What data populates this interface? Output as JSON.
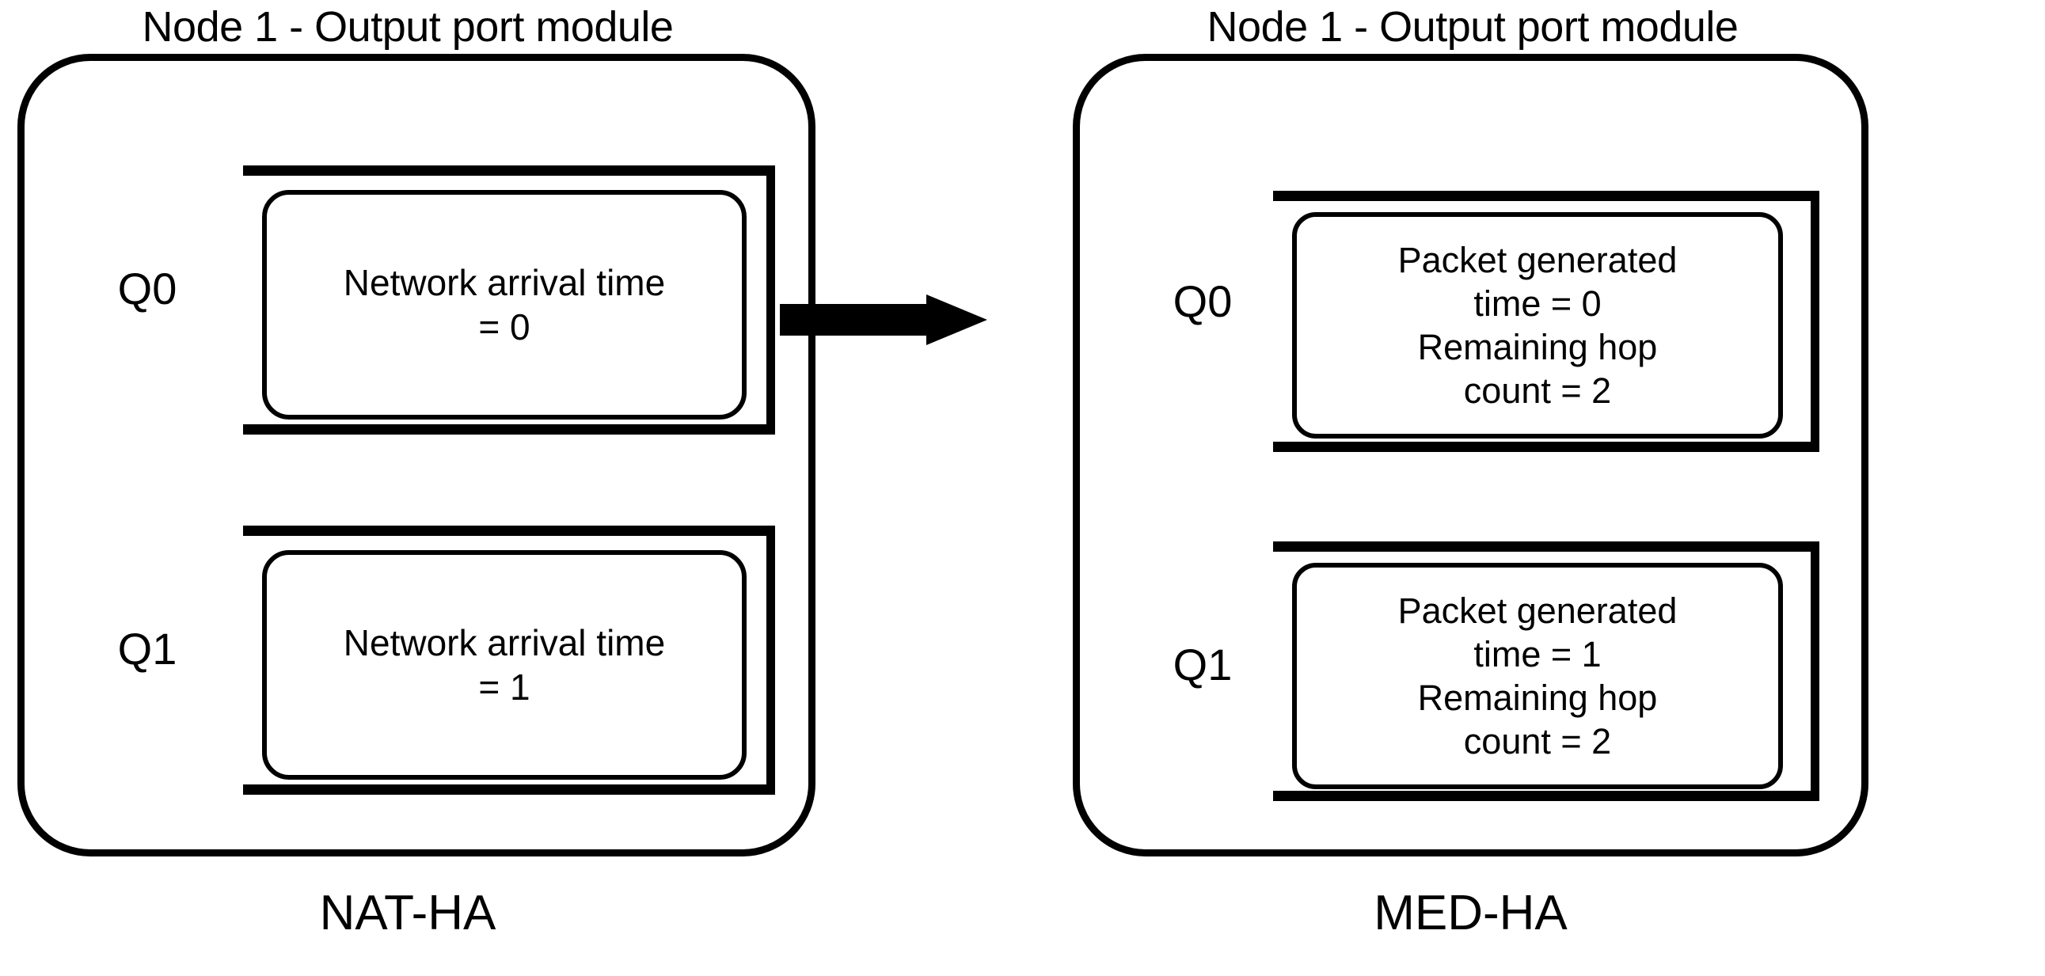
{
  "figure": {
    "caption_left": "NAT-HA",
    "caption_right": "MED-HA"
  },
  "panels": [
    {
      "id": "nat-ha",
      "title": "Node 1 - Output port module",
      "caption": "NAT-HA",
      "queues": [
        {
          "label": "Q0",
          "packet_text": "Network arrival time\n= 0"
        },
        {
          "label": "Q1",
          "packet_text": "Network arrival time\n= 1"
        }
      ],
      "arrow": "right-arrow"
    },
    {
      "id": "med-ha",
      "title": "Node 1 - Output port module",
      "caption": "MED-HA",
      "queues": [
        {
          "label": "Q0",
          "packet_text": "Packet generated\ntime = 0\nRemaining hop\ncount = 2"
        },
        {
          "label": "Q1",
          "packet_text": "Packet generated\ntime = 1\nRemaining hop\ncount = 2"
        }
      ],
      "arrow": "right-arrow"
    }
  ],
  "colors": {
    "stroke": "#000000",
    "background": "#ffffff"
  }
}
